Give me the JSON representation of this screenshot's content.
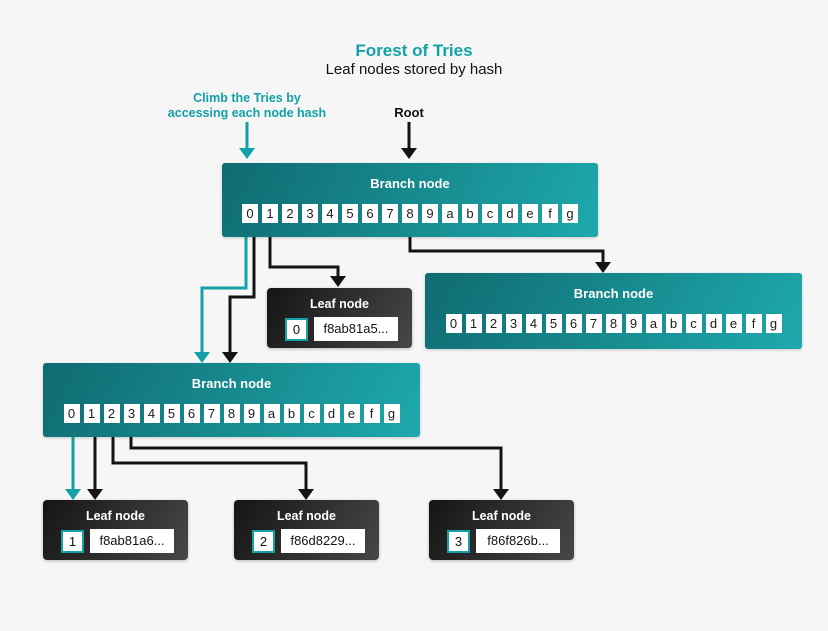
{
  "colors": {
    "teal": "#12A1A7",
    "ink": "#121212",
    "background": "#F6F6F6",
    "teal_grad_dark": "#0F6B71",
    "teal_grad_light": "#1EA9AC",
    "leaf_grad_dark": "#151515",
    "leaf_grad_light": "#474747",
    "white": "#FFFFFF"
  },
  "header": {
    "title": "Forest of Tries",
    "subtitle": "Leaf nodes stored by hash"
  },
  "annotations": {
    "climb_line1": "Climb the Tries by",
    "climb_line2": "accessing each node hash",
    "root_label": "Root"
  },
  "branch_cells": [
    "0",
    "1",
    "2",
    "3",
    "4",
    "5",
    "6",
    "7",
    "8",
    "9",
    "a",
    "b",
    "c",
    "d",
    "e",
    "f",
    "g"
  ],
  "branch_nodes": {
    "root": {
      "label": "Branch node"
    },
    "right": {
      "label": "Branch node"
    },
    "left": {
      "label": "Branch node"
    }
  },
  "leaf_nodes": {
    "leaf0": {
      "label": "Leaf node",
      "index": "0",
      "hash": "f8ab81a5..."
    },
    "leaf1": {
      "label": "Leaf node",
      "index": "1",
      "hash": "f8ab81a6..."
    },
    "leaf2": {
      "label": "Leaf node",
      "index": "2",
      "hash": "f86d8229..."
    },
    "leaf3": {
      "label": "Leaf node",
      "index": "3",
      "hash": "f86f826b..."
    }
  }
}
